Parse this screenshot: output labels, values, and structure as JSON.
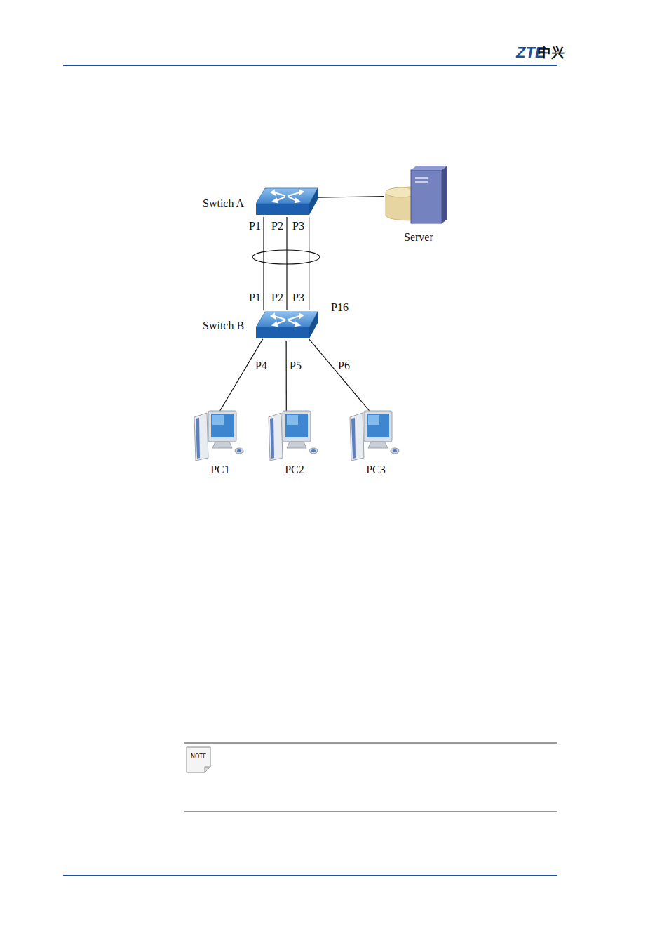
{
  "diagram": {
    "nodes": [
      {
        "text": [
          "Swtich A"
        ]
      },
      {
        "text": [
          "Server"
        ]
      },
      {
        "text": [
          "Switch B"
        ]
      },
      {
        "text": [
          "PC1"
        ]
      },
      {
        "text": [
          "PC2"
        ]
      },
      {
        "text": [
          "PC3"
        ]
      }
    ],
    "edges": [
      {
        "from": 0,
        "to": 1,
        "arrow": "none"
      },
      {
        "from": 0,
        "to": 2,
        "arrow": "none"
      },
      {
        "from": 0,
        "to": 2,
        "arrow": "none"
      },
      {
        "from": 0,
        "to": 2,
        "arrow": "none"
      },
      {
        "from": 2,
        "to": 3,
        "arrow": "none"
      },
      {
        "from": 2,
        "to": 4,
        "arrow": "none"
      },
      {
        "from": 2,
        "to": 5,
        "arrow": "none"
      }
    ],
    "labels": [
      "ZTE",
      "中兴",
      "P1",
      "P2",
      "P3",
      "P1",
      "P2",
      "P3",
      "P16",
      "P4",
      "P5",
      "P6",
      "NOTE"
    ]
  }
}
